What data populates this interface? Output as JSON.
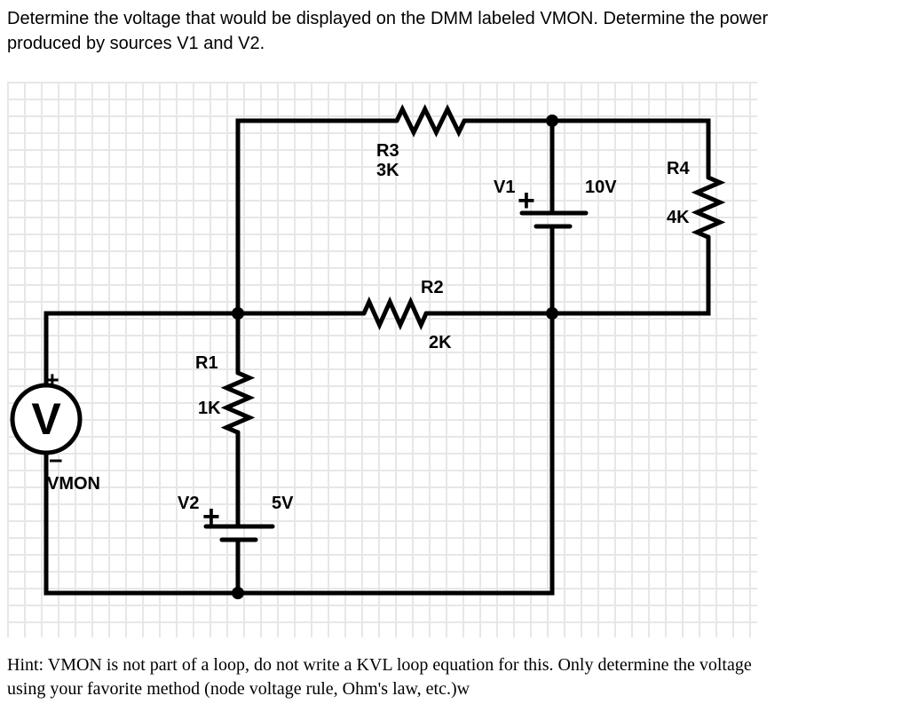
{
  "problem_statement": {
    "line1": "Determine the voltage that would be displayed on the DMM labeled VMON. Determine the power",
    "line2": "produced by sources V1 and V2."
  },
  "hint": {
    "line1": "Hint: VMON is not part of a loop, do not write a KVL loop equation for this. Only determine the voltage",
    "line2": "using your favorite method (node voltage rule, Ohm's law, etc.)w"
  },
  "circuit": {
    "r1": {
      "name": "R1",
      "value": "1K"
    },
    "r2": {
      "name": "R2",
      "value": "2K"
    },
    "r3": {
      "name": "R3",
      "value": "3K"
    },
    "r4": {
      "name": "R4",
      "value": "4K"
    },
    "v1": {
      "name": "V1",
      "value": "10V",
      "polarity": "+"
    },
    "v2": {
      "name": "V2",
      "value": "5V",
      "polarity": "+"
    },
    "meter": {
      "glyph": "V",
      "label": "VMON",
      "plus": "+",
      "minus": "−"
    }
  },
  "colors": {
    "wire": "#000000",
    "grid_line": "#e7e7e7",
    "background": "#ffffff",
    "text": "#000000"
  }
}
